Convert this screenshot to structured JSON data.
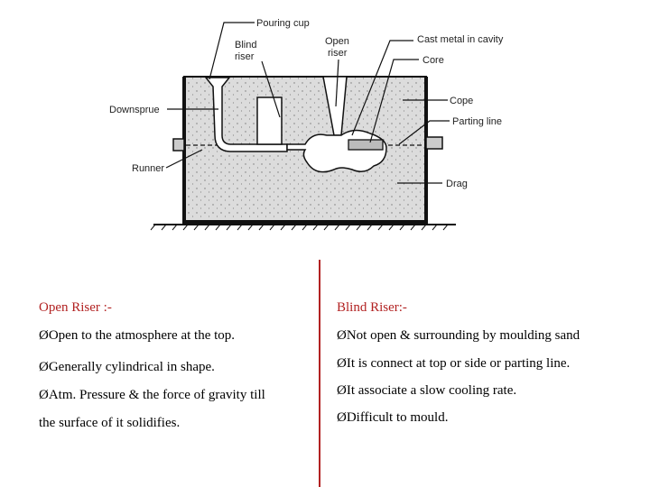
{
  "diagram": {
    "labels": {
      "pouring_cup": "Pouring cup",
      "blind_riser_1": "Blind",
      "blind_riser_2": "riser",
      "open_riser_1": "Open",
      "open_riser_2": "riser",
      "cast_metal": "Cast metal in cavity",
      "core": "Core",
      "cope": "Cope",
      "parting_line": "Parting line",
      "downsprue": "Downsprue",
      "runner": "Runner",
      "drag": "Drag"
    }
  },
  "open_riser": {
    "heading": "Open Riser :-",
    "points": [
      "ØOpen to the atmosphere at the top.",
      "ØGenerally cylindrical in shape.",
      "ØAtm. Pressure & the force of gravity till",
      "the surface of it solidifies."
    ]
  },
  "blind_riser": {
    "heading": "Blind Riser:-",
    "points": [
      "ØNot open & surrounding by moulding sand",
      "ØIt is connect at top or side or parting line.",
      "ØIt associate a slow cooling rate.",
      "ØDifficult to mould."
    ]
  }
}
